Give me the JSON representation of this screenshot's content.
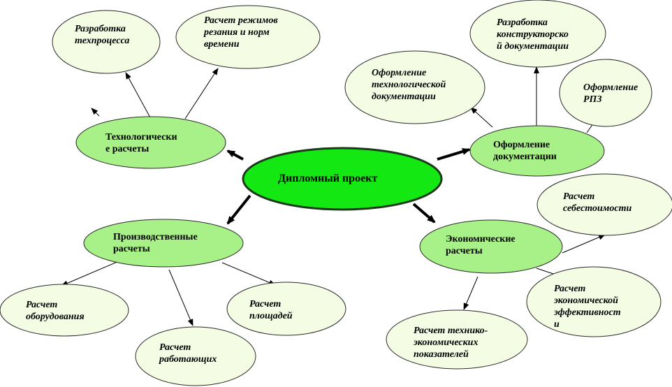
{
  "colors": {
    "center_fill": "#13e813",
    "center_stroke": "#1a3a1a",
    "hub_fill": "#a8f088",
    "leaf_fill": "#f4fde4",
    "stroke": "#2a2a2a",
    "arrow": "#000000"
  },
  "center": {
    "label": "Дипломный проект"
  },
  "hubs": {
    "tech": "Технологически\nе расчеты",
    "docs": "Оформление\nдокументации",
    "prod": "Производственные\nрасчеты",
    "econ": "Экономические\nрасчеты"
  },
  "leaves": {
    "tech_process": "Разработка\nтехпроцесса",
    "cutting_modes": "Расчет режимов\nрезания и норм\nвремени",
    "design_docs": "Разработка\nконструкторско\nй документации",
    "tech_docs": "Оформление\nтехнологической\nдокументации",
    "rpz": "Оформление\nРПЗ",
    "cost_price": "Расчет\nсебестоимости",
    "econ_efficiency": "Расчет\nэкономической\nэффективност\nи",
    "tech_econ": "Расчет технико-\nэкономических\nпоказателей",
    "equipment": "Расчет\nоборудования",
    "areas": "Расчет\nплощадей",
    "workers": "Расчет\nработающих"
  }
}
